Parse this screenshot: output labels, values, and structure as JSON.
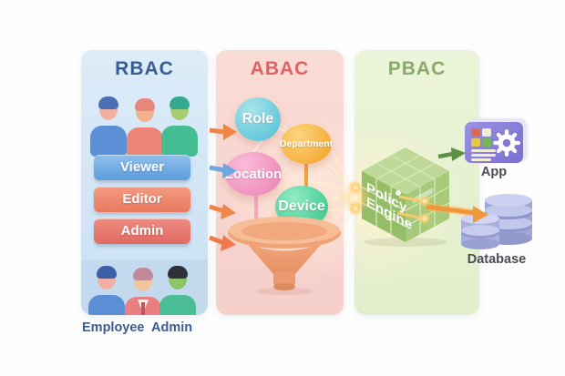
{
  "rbac": {
    "title": "RBAC",
    "buttons": [
      {
        "label": "Viewer"
      },
      {
        "label": "Editor"
      },
      {
        "label": "Admin"
      }
    ],
    "group_labels": [
      {
        "label": "Employee"
      },
      {
        "label": "Admin"
      }
    ]
  },
  "abac": {
    "title": "ABAC",
    "attributes": [
      {
        "label": "Role"
      },
      {
        "label": "Department"
      },
      {
        "label": "Location"
      },
      {
        "label": "Device"
      }
    ]
  },
  "pbac": {
    "title": "PBAC",
    "engine": {
      "line1": "Policy",
      "line2": "Engine"
    }
  },
  "resources": [
    {
      "label": "App"
    },
    {
      "label": "Database"
    }
  ],
  "colors": {
    "rbac_panel": "#d6e7f6",
    "abac_panel": "#f9dcd5",
    "pbac_panel": "#e9f2d5",
    "rbac_title": "#3a5c90",
    "abac_title": "#dd6464",
    "pbac_title": "#8aa96a",
    "viewer_button": "#5d9cdd",
    "editor_button": "#e87a60",
    "admin_button": "#e06a62",
    "role_bubble": "#4cbed4",
    "department_bubble": "#f1a022",
    "location_bubble": "#eb7fb2",
    "device_bubble": "#32c485",
    "funnel": "#f2a67e",
    "policy_cube": "#9cc06e",
    "app_icon": "#8a7fd8",
    "database_icon": "#a2a8d8",
    "arrow_orange": "#f08548",
    "arrow_blue": "#6fa8e0",
    "arrow_green": "#5e8f46"
  }
}
